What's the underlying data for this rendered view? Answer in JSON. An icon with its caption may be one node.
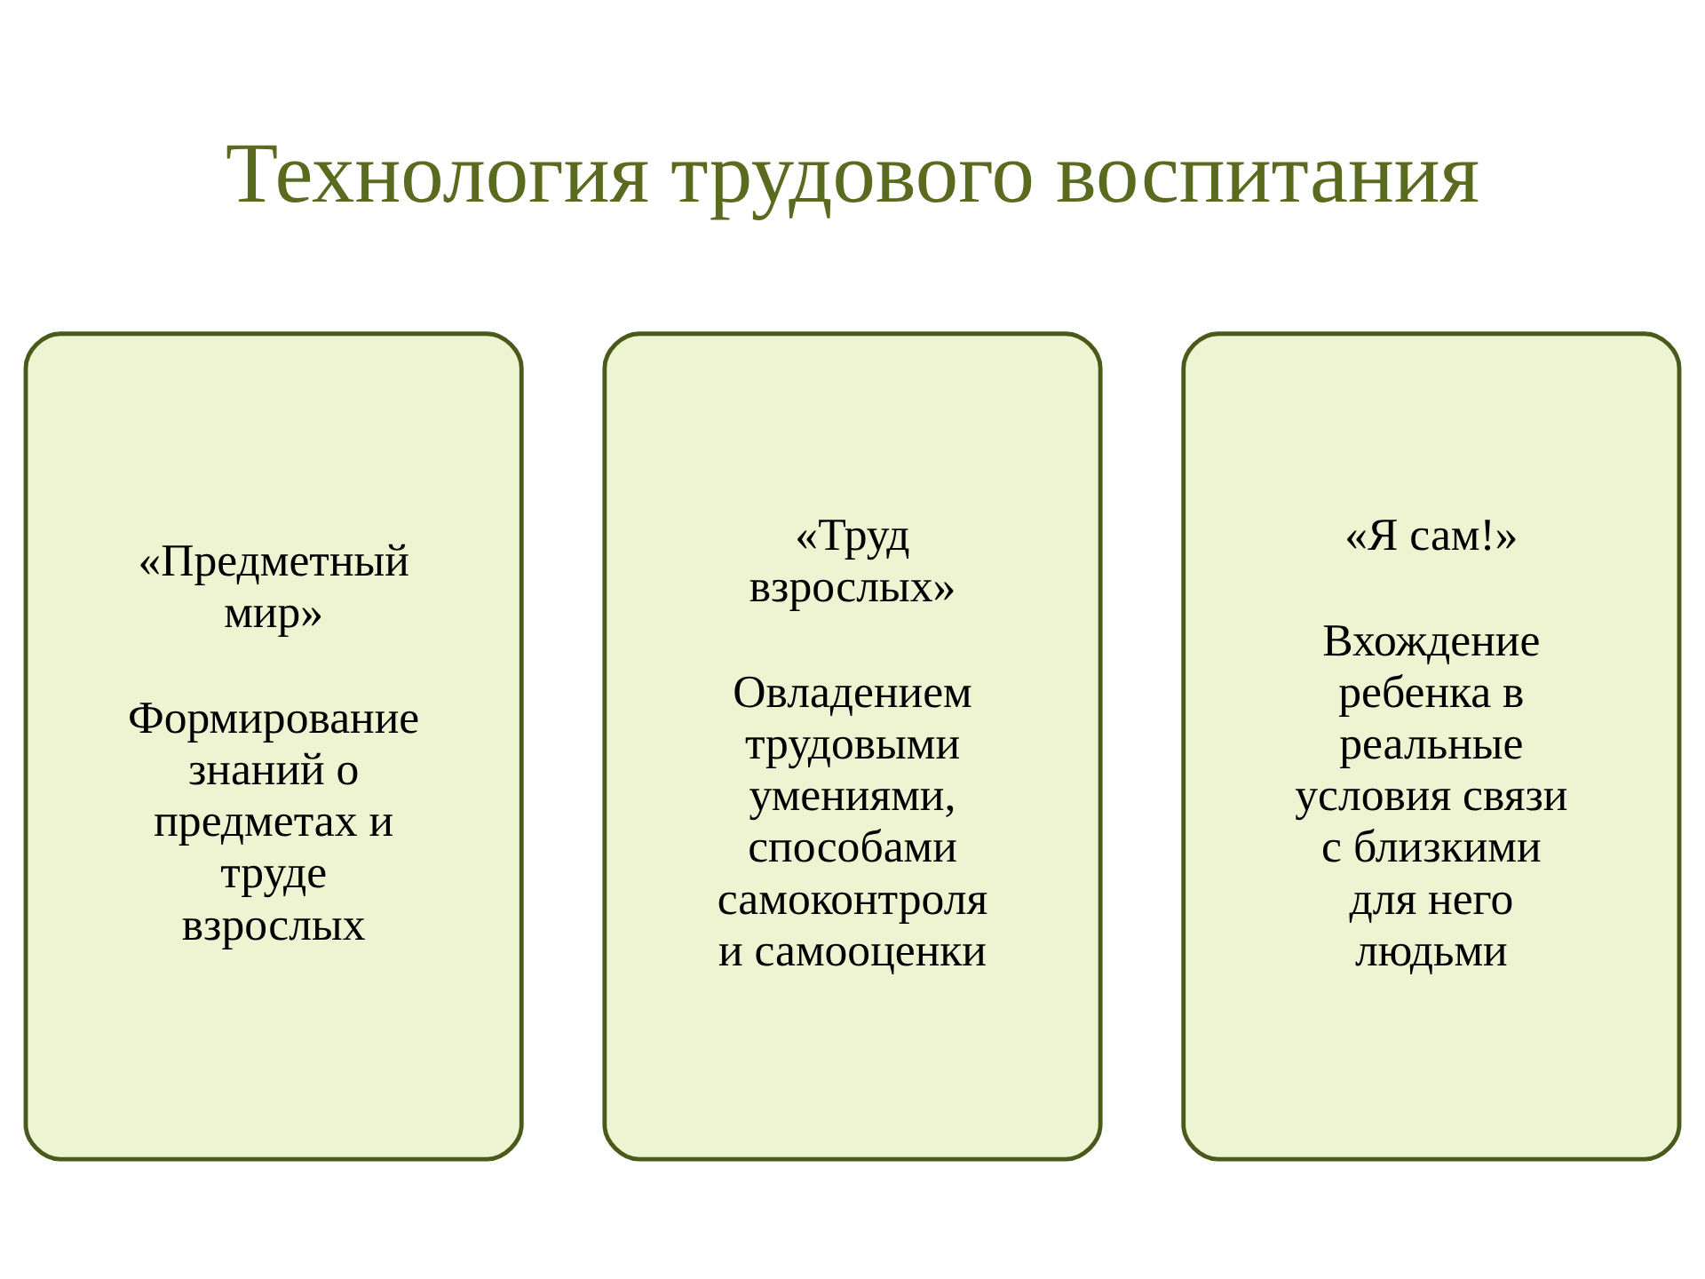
{
  "diagram": {
    "title": "Технология трудового воспитания",
    "nodes": [
      {
        "text": [
          "«Предметный мир»",
          "Формирование знаний о предметах и труде взрослых"
        ]
      },
      {
        "text": [
          "«Труд взрослых»",
          "Овладением трудовыми умениями, способами самоконтроля и самооценки"
        ]
      },
      {
        "text": [
          "«Я сам!»",
          "Вхождение ребенка в реальные условия связи с близкими для него людьми"
        ]
      }
    ]
  }
}
